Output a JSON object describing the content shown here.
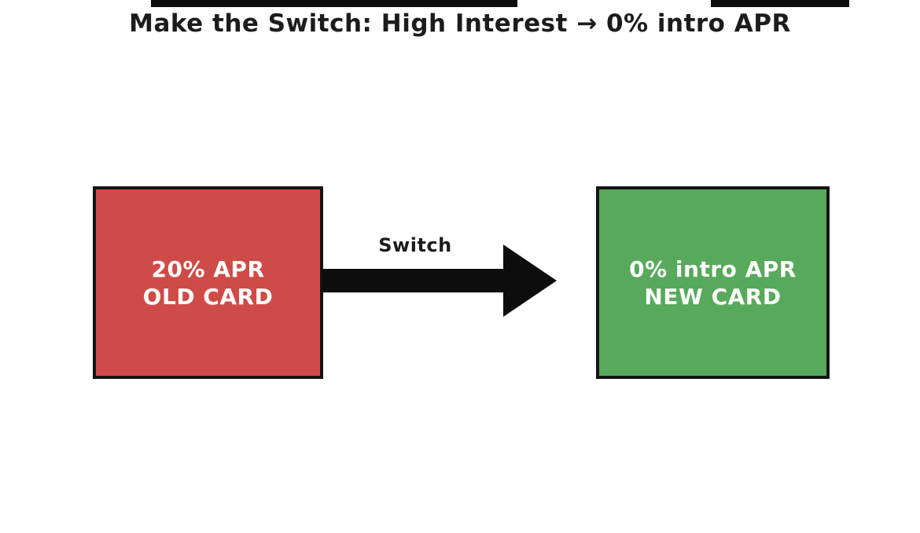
{
  "title": "Make the Switch: High Interest → 0% intro APR",
  "diagram": {
    "old_card": {
      "line1": "20% APR",
      "line2": "OLD CARD",
      "color": "#cf4b47"
    },
    "new_card": {
      "line1": "0% intro APR",
      "line2": "NEW CARD",
      "color": "#57a95c"
    },
    "arrow_label": "Switch",
    "arrow_color": "#0d0d0d"
  },
  "colors": {
    "background": "#ffffff",
    "border": "#141414",
    "title_text": "#1c1c1c",
    "card_text": "#ffffff"
  }
}
